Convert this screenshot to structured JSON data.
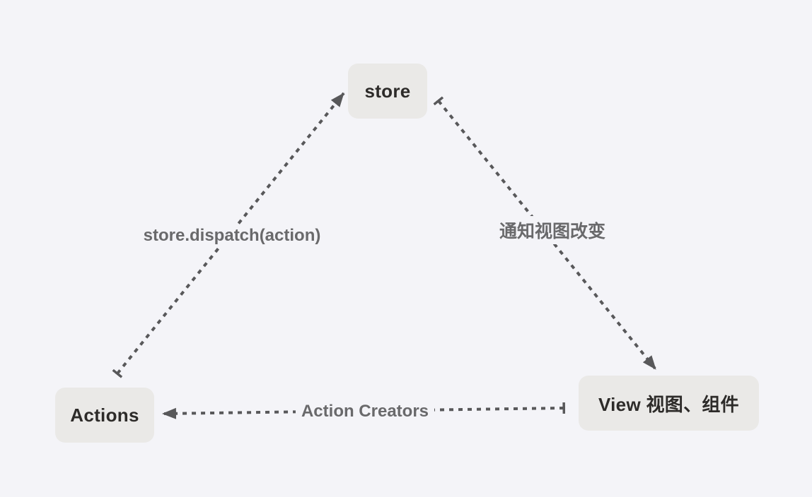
{
  "diagram": {
    "nodes": [
      {
        "id": "store",
        "label": "store"
      },
      {
        "id": "actions",
        "label": "Actions"
      },
      {
        "id": "view",
        "label": "View 视图、组件"
      }
    ],
    "edges": [
      {
        "id": "actions-to-store",
        "from": "Actions",
        "to": "store",
        "label": "store.dispatch(action)"
      },
      {
        "id": "store-to-view",
        "from": "store",
        "to": "View 视图、组件",
        "label": "通知视图改变"
      },
      {
        "id": "view-to-actions",
        "from": "View 视图、组件",
        "to": "Actions",
        "label": "Action Creators"
      }
    ],
    "colors": {
      "background": "#f4f4f8",
      "node_fill": "#eae9e7",
      "node_text": "#2d2b29",
      "edge_stroke": "#58585a",
      "edge_label_text": "#69696b"
    }
  }
}
